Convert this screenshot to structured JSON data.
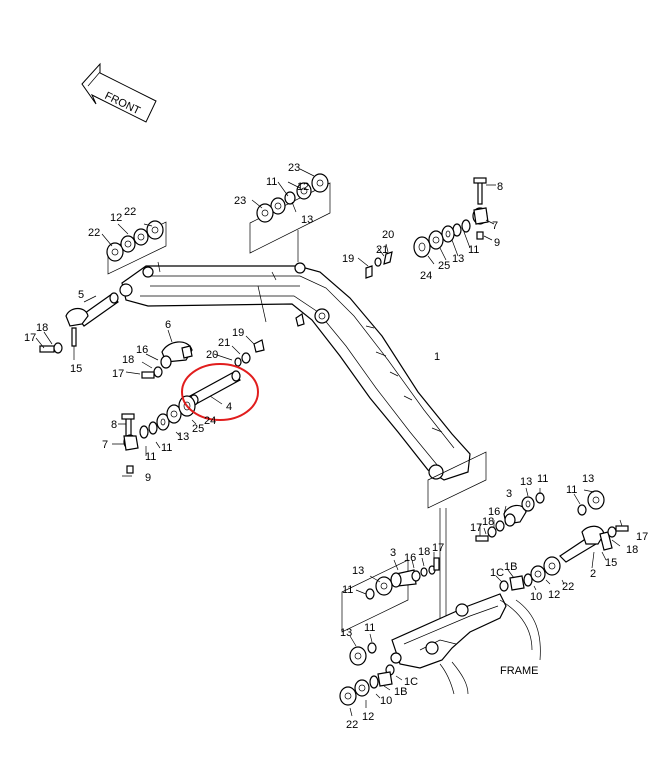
{
  "front_label": "FRONT",
  "frame_label": "FRAME",
  "highlight_color": "#e11d1d",
  "highlighted_part": "4",
  "callouts": [
    {
      "text": "23"
    },
    {
      "text": "11"
    },
    {
      "text": "12"
    },
    {
      "text": "23"
    },
    {
      "text": "13"
    },
    {
      "text": "8"
    },
    {
      "text": "7"
    },
    {
      "text": "9"
    },
    {
      "text": "22"
    },
    {
      "text": "12"
    },
    {
      "text": "22"
    },
    {
      "text": "21"
    },
    {
      "text": "20"
    },
    {
      "text": "19"
    },
    {
      "text": "24"
    },
    {
      "text": "25"
    },
    {
      "text": "13"
    },
    {
      "text": "11"
    },
    {
      "text": "5"
    },
    {
      "text": "18"
    },
    {
      "text": "17"
    },
    {
      "text": "15"
    },
    {
      "text": "6"
    },
    {
      "text": "16"
    },
    {
      "text": "19"
    },
    {
      "text": "21"
    },
    {
      "text": "20"
    },
    {
      "text": "18"
    },
    {
      "text": "17"
    },
    {
      "text": "1"
    },
    {
      "text": "4"
    },
    {
      "text": "8"
    },
    {
      "text": "24"
    },
    {
      "text": "25"
    },
    {
      "text": "13"
    },
    {
      "text": "7"
    },
    {
      "text": "11"
    },
    {
      "text": "11"
    },
    {
      "text": "9"
    },
    {
      "text": "13"
    },
    {
      "text": "11"
    },
    {
      "text": "3"
    },
    {
      "text": "13"
    },
    {
      "text": "11"
    },
    {
      "text": "16"
    },
    {
      "text": "18"
    },
    {
      "text": "17"
    },
    {
      "text": "17"
    },
    {
      "text": "18"
    },
    {
      "text": "3"
    },
    {
      "text": "16"
    },
    {
      "text": "18"
    },
    {
      "text": "17"
    },
    {
      "text": "1C"
    },
    {
      "text": "1B"
    },
    {
      "text": "2"
    },
    {
      "text": "15"
    },
    {
      "text": "13"
    },
    {
      "text": "11"
    },
    {
      "text": "10"
    },
    {
      "text": "12"
    },
    {
      "text": "22"
    },
    {
      "text": "13"
    },
    {
      "text": "11"
    },
    {
      "text": "1C"
    },
    {
      "text": "1B"
    },
    {
      "text": "10"
    },
    {
      "text": "12"
    },
    {
      "text": "22"
    }
  ]
}
